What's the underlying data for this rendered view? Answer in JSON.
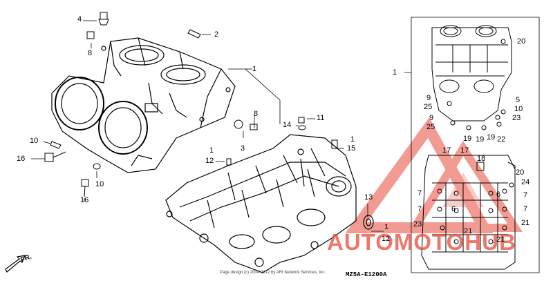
{
  "callouts": {
    "l1a": "1",
    "l1b": "1",
    "l1c": "1",
    "l1d": "1",
    "l1e": "1",
    "l2": "2",
    "l3": "3",
    "l4": "4",
    "l5": "5",
    "l6a": "6",
    "l6b": "6",
    "l7a": "7",
    "l7b": "7",
    "l7c": "7",
    "l7d": "7",
    "l8a": "8",
    "l8b": "8",
    "l9a": "9",
    "l9b": "9",
    "l10a": "10",
    "l10b": "10",
    "l10c": "10",
    "l11": "11",
    "l12a": "12",
    "l12b": "12",
    "l13": "13",
    "l14": "14",
    "l15": "15",
    "l16a": "16",
    "l16b": "16",
    "l17a": "17",
    "l17b": "17",
    "l18": "18",
    "l19a": "19",
    "l19b": "19",
    "l19c": "19",
    "l20a": "20",
    "l20b": "20",
    "l21a": "21",
    "l21b": "21",
    "l21c": "21",
    "l22": "22",
    "l23a": "23",
    "l23b": "23",
    "l24": "24",
    "l25a": "25",
    "l25b": "25"
  },
  "fr_label": "FR.",
  "diagram_code": "MZ5A-E1200A",
  "footer_text": "Page design (c) 2004-2012 by ARI Network Services, Inc.",
  "watermark": {
    "text": "AUTOMOTOHUB",
    "color": "#e84a3a"
  }
}
